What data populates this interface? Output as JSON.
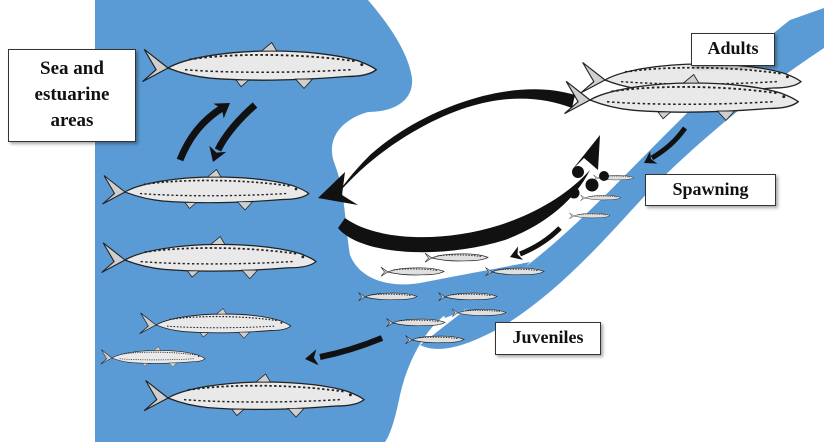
{
  "colors": {
    "water": "#5b9bd5",
    "fish_body": "#e9e9e9",
    "fish_outline": "#222222",
    "arrow": "#111111"
  },
  "labels": {
    "sea_line1": "Sea and",
    "sea_line2": "estuarine",
    "sea_line3": "areas",
    "adults": "Adults",
    "spawning": "Spawning",
    "juveniles": "Juveniles"
  },
  "icons": [
    "sturgeon-fish-icon",
    "migration-arrow-icon",
    "egg-dot-icon"
  ]
}
